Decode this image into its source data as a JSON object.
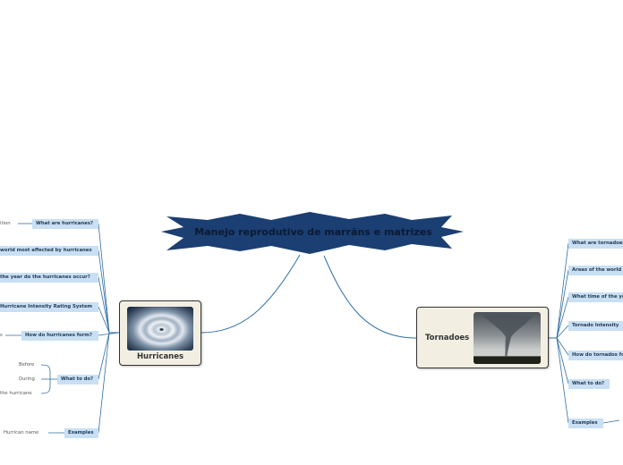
{
  "central_topic": {
    "title": "Manejo reprodutivo de marrãns e matrizes",
    "color": "#1b3f73"
  },
  "hurricanes": {
    "label": "Hurricanes",
    "image_icon": "hurricane-satellite-image",
    "subtopics": [
      {
        "label": "What are hurricanes?",
        "leaves": [
          "ition"
        ]
      },
      {
        "label": "world most affected by hurricanes",
        "leaves": []
      },
      {
        "label": " the year do the hurricanes occur?",
        "leaves": []
      },
      {
        "label": "Hurricane Intensity Rating System",
        "leaves": []
      },
      {
        "label": "How do hurricanes form?",
        "leaves": [
          "s"
        ]
      },
      {
        "label": "What to do?",
        "leaves": [
          "Before",
          "During",
          "the hurricane"
        ]
      },
      {
        "label": "Examples",
        "leaves": [
          "Hurrican name"
        ]
      }
    ]
  },
  "tornadoes": {
    "label": "Tornadoes",
    "image_icon": "tornado-photo",
    "subtopics": [
      {
        "label": "What are tornadoes?"
      },
      {
        "label": "Areas of the world"
      },
      {
        "label": "What time of the year"
      },
      {
        "label": "Tornado Intensity"
      },
      {
        "label": "How do tornados form?"
      },
      {
        "label": "What to do?"
      },
      {
        "label": "Examples"
      }
    ]
  },
  "colors": {
    "connector": "#2f6ea6",
    "subnode_bg": "#c9dff3",
    "node_bg": "#f2efe2"
  }
}
